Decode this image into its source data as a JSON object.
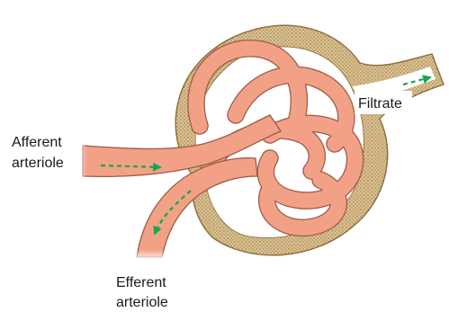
{
  "labels": {
    "afferent_line1": "Afferent",
    "afferent_line2": "arteriole",
    "efferent_line1": "Efferent",
    "efferent_line2": "arteriole",
    "filtrate": "Filtrate"
  },
  "colors": {
    "capsule_fill": "#dcc190",
    "capsule_dots": "#8a6f44",
    "capsule_outline": "#8c6a3a",
    "vessel": "#f2a187",
    "vessel_edge": "#9c5a45",
    "arrow": "#19a64b"
  },
  "icons": [
    "flow-arrow-icon"
  ]
}
